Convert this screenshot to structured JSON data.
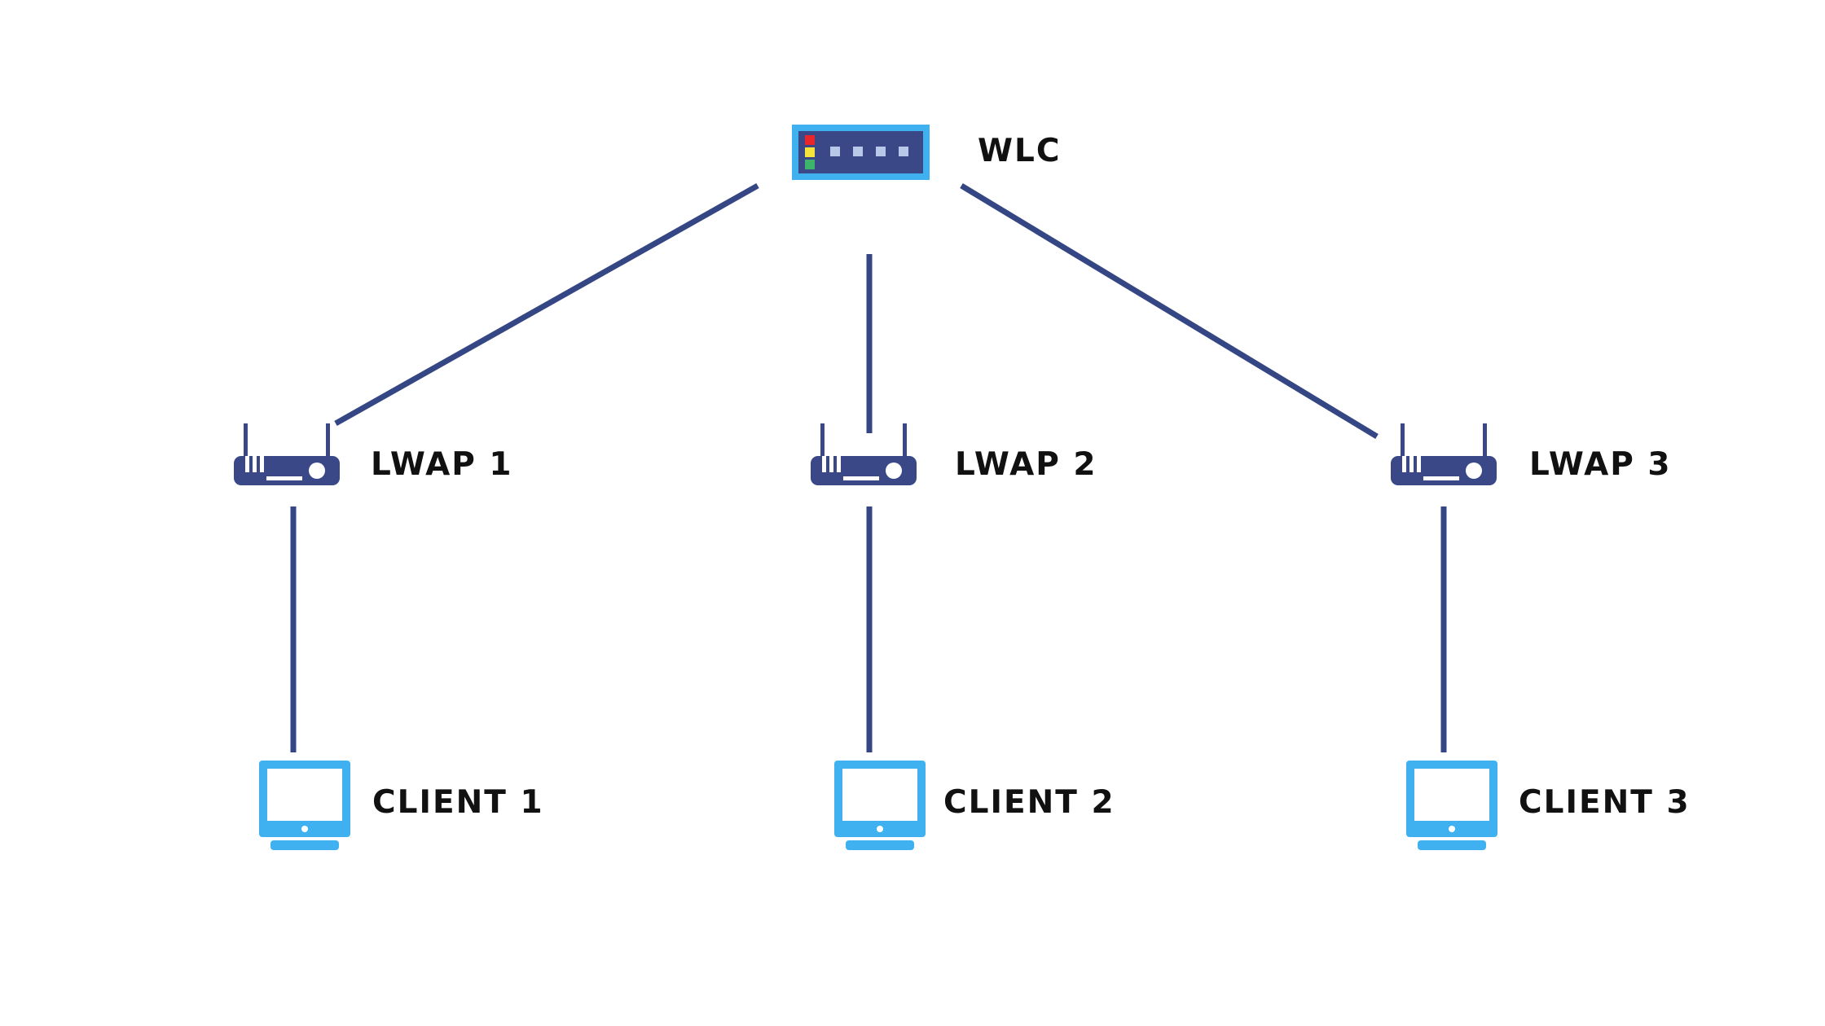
{
  "colors": {
    "line": "#344683",
    "device_navy": "#3a4888",
    "client_blue": "#3fb0f0",
    "led_red": "#e8262c",
    "led_yellow": "#f4e43c",
    "led_green": "#3db36b",
    "text": "#111111"
  },
  "controller": {
    "label": "WLC",
    "icon": "switch-icon"
  },
  "access_points": [
    {
      "label": "LWAP 1",
      "icon": "router-icon"
    },
    {
      "label": "LWAP 2",
      "icon": "router-icon"
    },
    {
      "label": "LWAP 3",
      "icon": "router-icon"
    }
  ],
  "clients": [
    {
      "label": "CLIENT 1",
      "icon": "monitor-icon"
    },
    {
      "label": "CLIENT 2",
      "icon": "monitor-icon"
    },
    {
      "label": "CLIENT 3",
      "icon": "monitor-icon"
    }
  ]
}
